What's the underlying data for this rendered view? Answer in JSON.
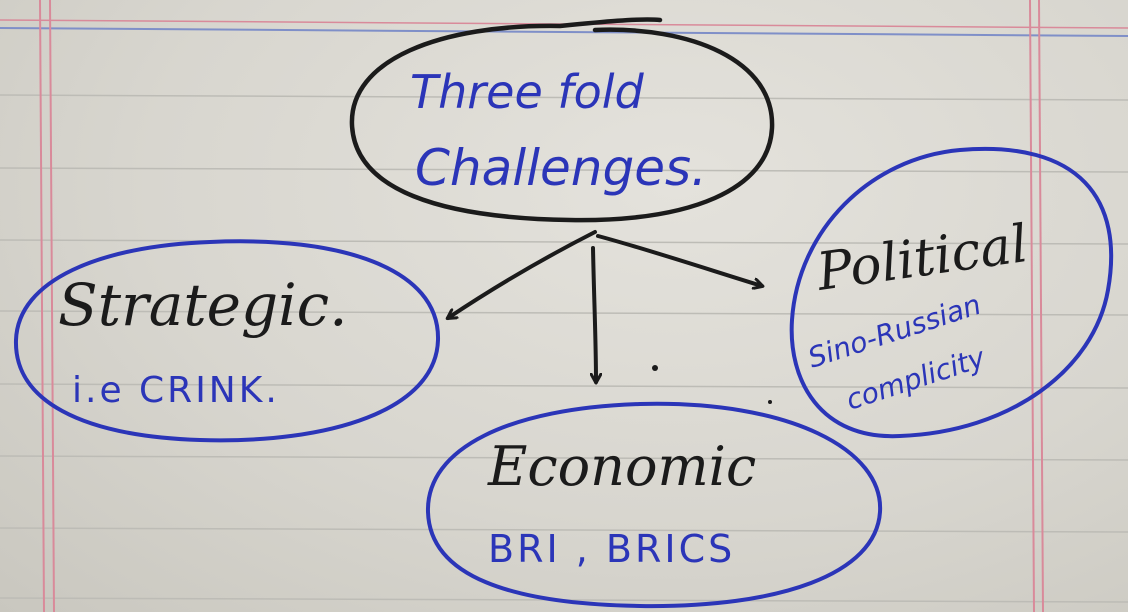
{
  "root": {
    "line1": "Three fold",
    "line2": "Challenges."
  },
  "branches": {
    "strategic": {
      "title": "Strategic.",
      "detail": "i.e CRINK."
    },
    "economic": {
      "title": "Economic",
      "detail": "BRI , BRICS"
    },
    "political": {
      "title": "Political",
      "detail_line1": "Sino-Russian",
      "detail_line2": "complicity"
    }
  },
  "colors": {
    "ink_black": "#1b1b1b",
    "ink_blue": "#2b35b8",
    "margin_red": "#d98a9a",
    "rule_blue": "#7f8fc8",
    "rule_gray": "#bdbcb6"
  }
}
